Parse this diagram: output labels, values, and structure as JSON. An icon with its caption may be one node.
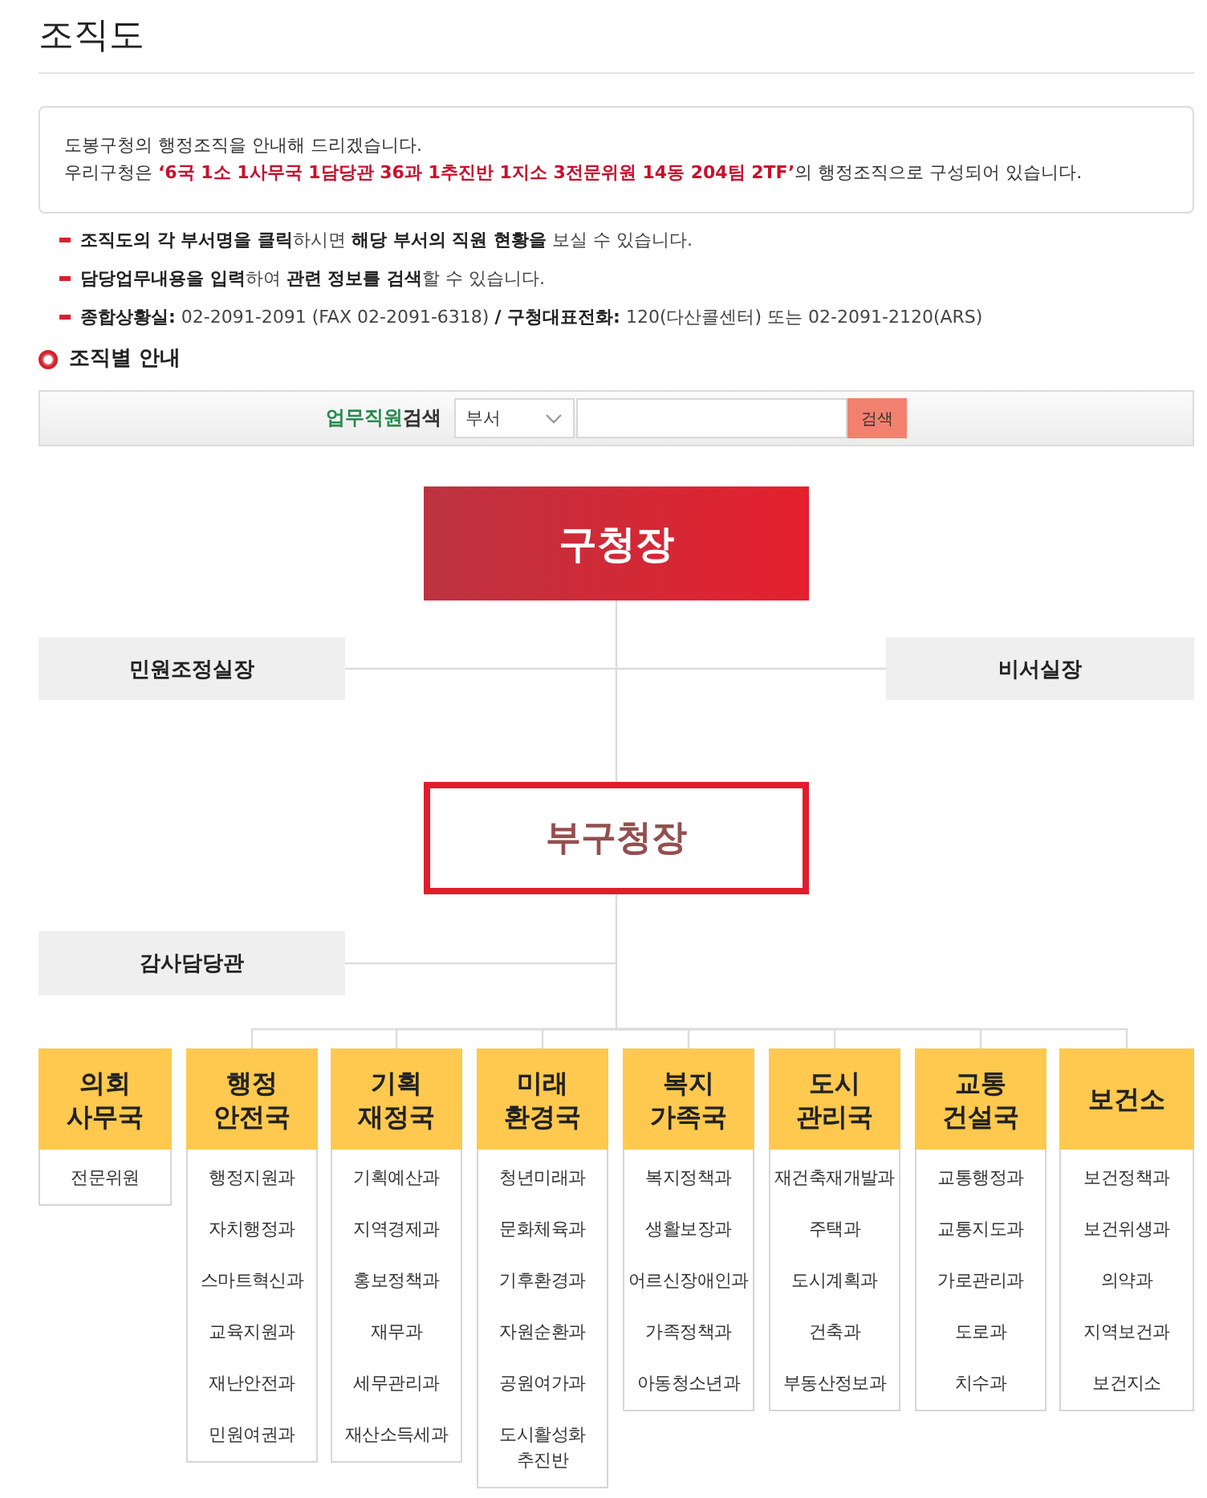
{
  "diagram": {
    "title": "조직도",
    "nodes": [
      {
        "text": [
          "구청장"
        ]
      },
      {
        "text": [
          "민원조정실장"
        ]
      },
      {
        "text": [
          "비서실장"
        ]
      },
      {
        "text": [
          "부구청장"
        ]
      },
      {
        "text": [
          "감사담당관"
        ]
      },
      {
        "text": [
          "의회 사무국"
        ]
      },
      {
        "text": [
          "전문위원"
        ]
      },
      {
        "text": [
          "행정 안전국"
        ]
      },
      {
        "text": [
          "행정지원과",
          "자치행정과",
          "스마트혁신과",
          "교육지원과",
          "재난안전과",
          "민원여권과"
        ]
      },
      {
        "text": [
          "기획 재정국"
        ]
      },
      {
        "text": [
          "기획예산과",
          "지역경제과",
          "홍보정책과",
          "재무과",
          "세무관리과",
          "재산소득세과"
        ]
      },
      {
        "text": [
          "미래 환경국"
        ]
      },
      {
        "text": [
          "청년미래과",
          "문화체육과",
          "기후환경과",
          "자원순환과",
          "공원여가과",
          "도시활성화 추진반"
        ]
      },
      {
        "text": [
          "복지 가족국"
        ]
      },
      {
        "text": [
          "복지정책과",
          "생활보장과",
          "어르신장애인과",
          "가족정책과",
          "아동청소년과"
        ]
      },
      {
        "text": [
          "도시 관리국"
        ]
      },
      {
        "text": [
          "재건축재개발과",
          "주택과",
          "도시계획과",
          "건축과",
          "부동산정보과"
        ]
      },
      {
        "text": [
          "교통 건설국"
        ]
      },
      {
        "text": [
          "교통행정과",
          "교통지도과",
          "가로관리과",
          "도로과",
          "치수과"
        ]
      },
      {
        "text": [
          "보건소"
        ]
      },
      {
        "text": [
          "보건정책과",
          "보건위생과",
          "의약과",
          "지역보건과",
          "보건지소"
        ]
      }
    ],
    "edges": [
      {
        "from": 0,
        "to": 1,
        "arrow": "none"
      },
      {
        "from": 0,
        "to": 2,
        "arrow": "none"
      },
      {
        "from": 0,
        "to": 3,
        "arrow": "none"
      },
      {
        "from": 3,
        "to": 4,
        "arrow": "none"
      },
      {
        "from": 3,
        "to": 7,
        "arrow": "none"
      },
      {
        "from": 3,
        "to": 9,
        "arrow": "none"
      },
      {
        "from": 3,
        "to": 11,
        "arrow": "none"
      },
      {
        "from": 3,
        "to": 13,
        "arrow": "none"
      },
      {
        "from": 3,
        "to": 15,
        "arrow": "none"
      },
      {
        "from": 3,
        "to": 17,
        "arrow": "none"
      },
      {
        "from": 3,
        "to": 19,
        "arrow": "none"
      }
    ],
    "labels": [
      "도봉구청의 행정조직을 안내해 드리겠습니다.",
      "우리구청은 **‘6국 1소 1사무국 1담당관 36과 1추진반 1지소 3전문위원 14동 204팀 2TF’**의 행정조직으로 구성되어 있습니다.",
      "**조직도의 각 부서명을 클릭**하시면 **해당 부서의 직원 현황을** 보실 수 있습니다.",
      "**담당업무내용을 입력**하여 **관련 정보를 검색**할 수 있습니다.",
      "**종합상황실:** 02-2091-2091 (FAX 02-2091-6318) **/ 구청대표전화:** 120(다산콜센터) 또는 02-2091-2120(ARS)",
      "조직별 안내",
      "**업무직원**검색",
      "부서",
      "검색"
    ]
  }
}
